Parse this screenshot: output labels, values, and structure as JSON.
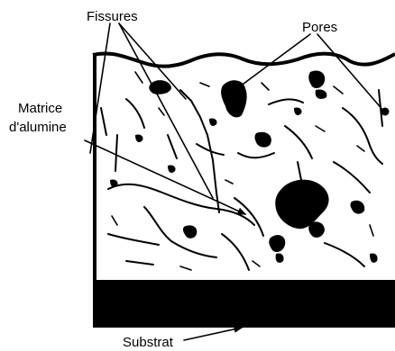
{
  "labels": {
    "fissures": "Fissures",
    "pores": "Pores",
    "matrice_line1": "Matrice",
    "matrice_line2": "d'alumine",
    "substrat": "Substrat"
  },
  "colors": {
    "ink": "#000000",
    "background": "#ffffff"
  }
}
